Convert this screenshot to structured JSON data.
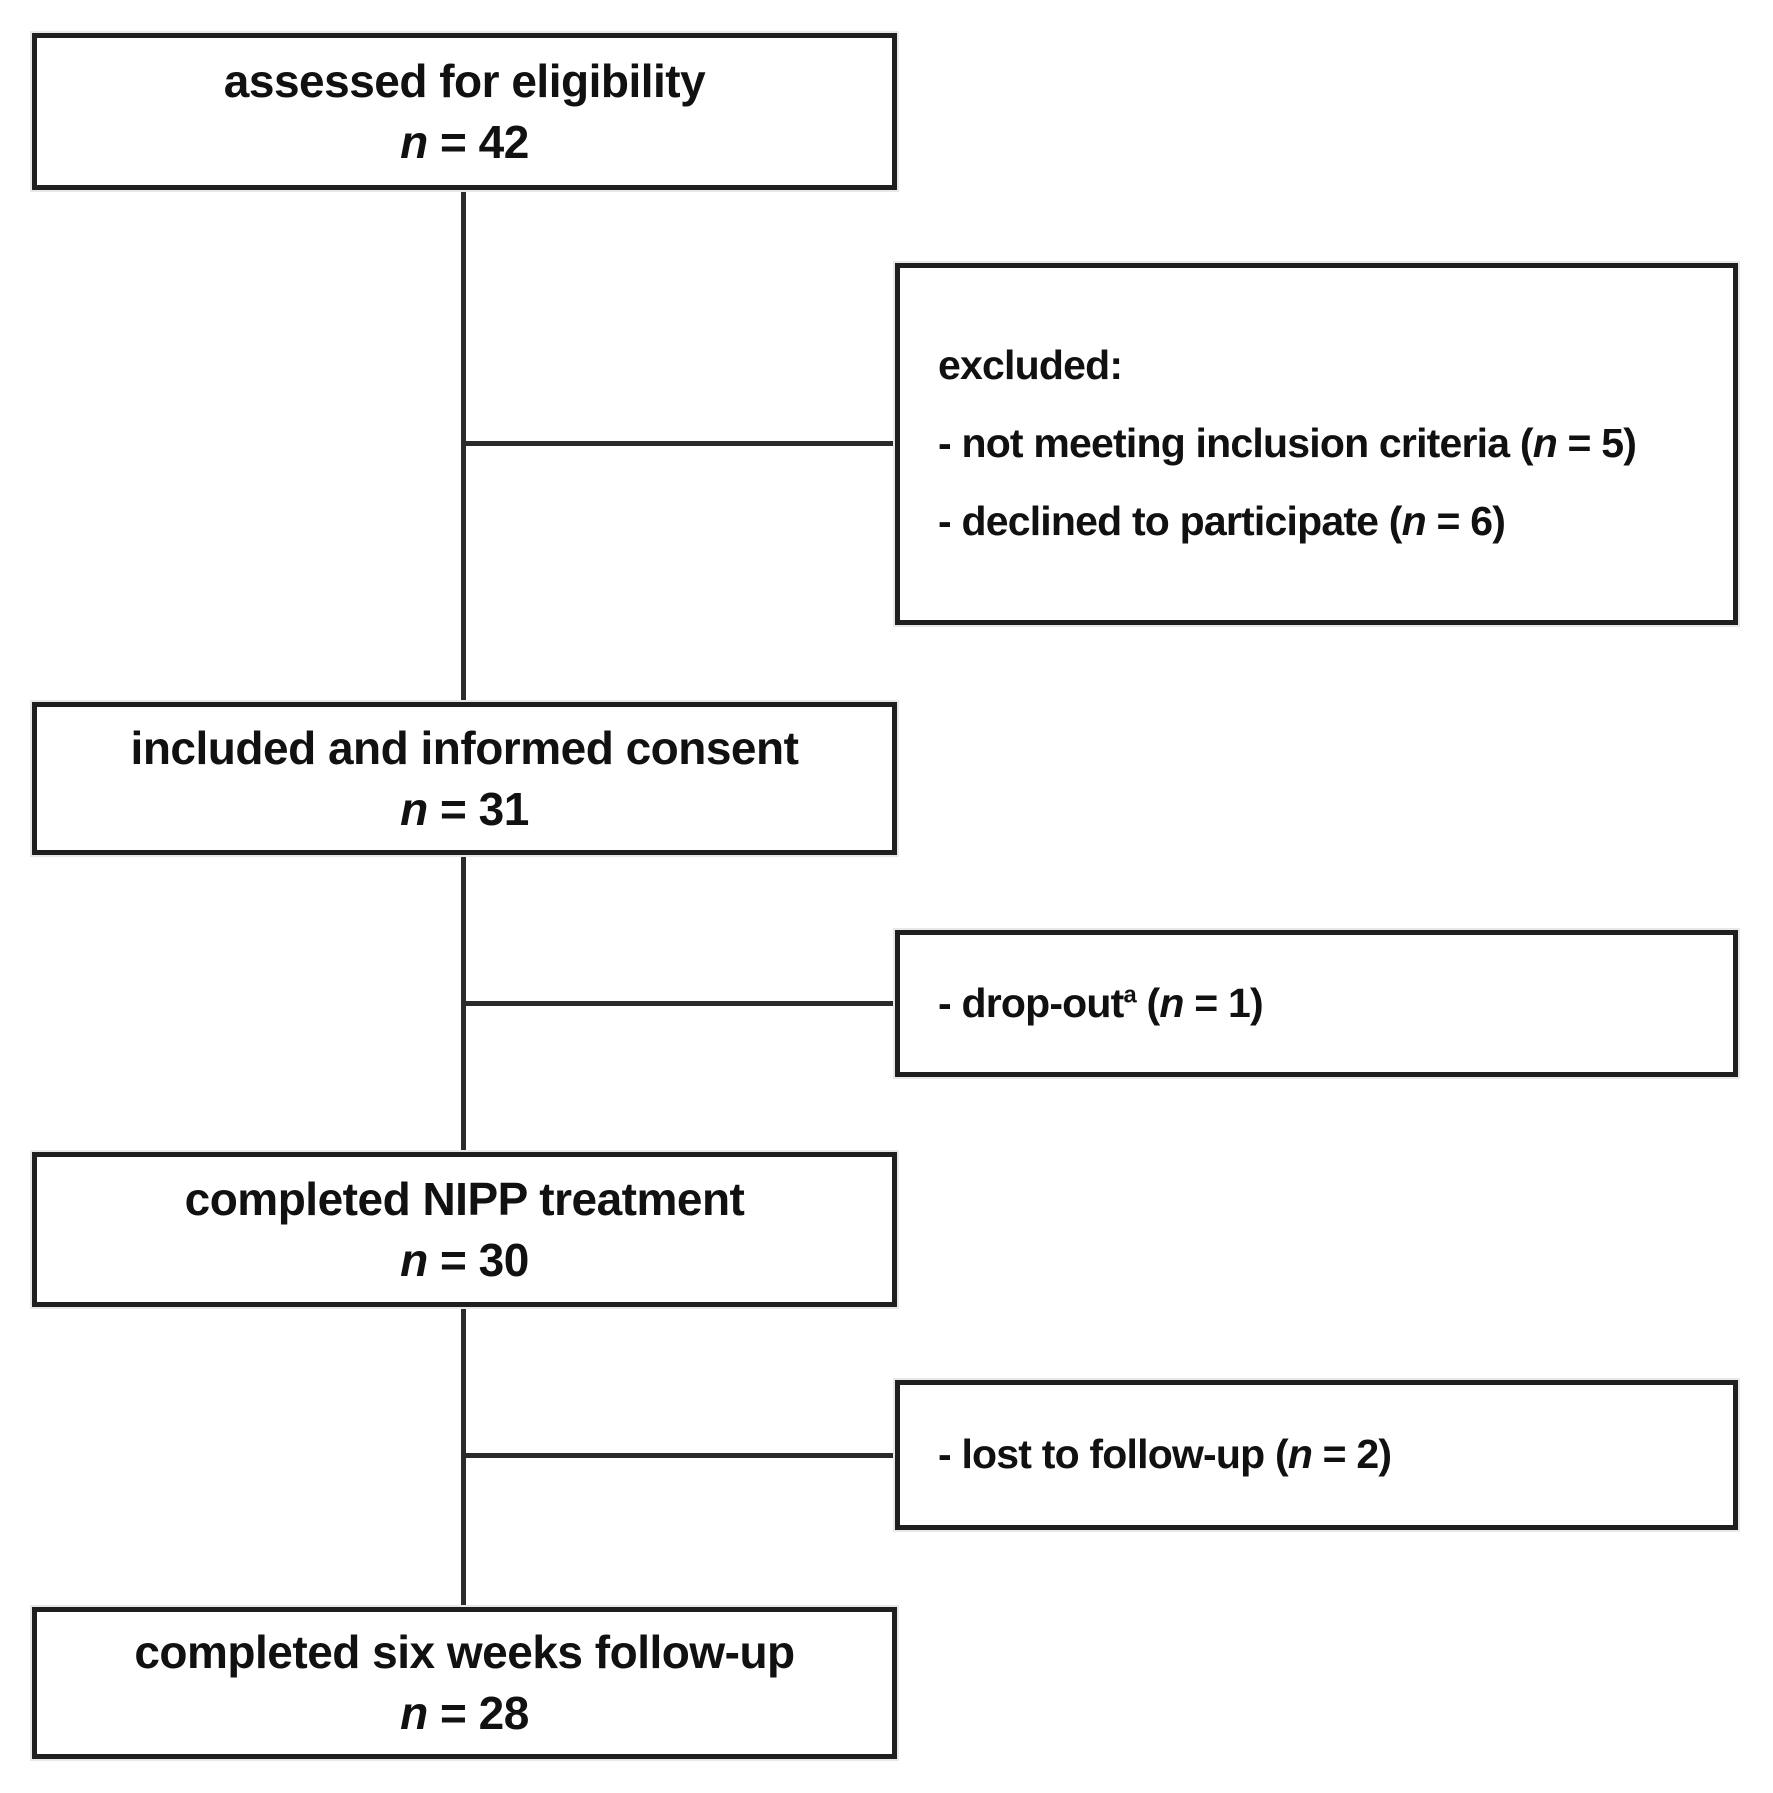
{
  "diagram": {
    "kind": "participant-flow-chart",
    "colors": {
      "box_border": "#1f1f1f",
      "box_fill": "#ffffff",
      "text": "#111111",
      "connector": "#2b2b2b"
    },
    "flow_boxes": [
      {
        "id": "assessed",
        "title": "assessed for eligibility",
        "n_value": 42,
        "n_parts": [
          {
            "text": "n",
            "style": "italic"
          },
          {
            "text": " = 42"
          }
        ]
      },
      {
        "id": "included",
        "title": "included and informed consent",
        "n_value": 31,
        "n_parts": [
          {
            "text": "n",
            "style": "italic"
          },
          {
            "text": " = 31"
          }
        ]
      },
      {
        "id": "nipp-treatment",
        "title": "completed NIPP treatment",
        "n_value": 30,
        "n_parts": [
          {
            "text": "n",
            "style": "italic"
          },
          {
            "text": " = 30"
          }
        ]
      },
      {
        "id": "followup",
        "title": "completed six weeks follow-up",
        "n_value": 28,
        "n_parts": [
          {
            "text": "n",
            "style": "italic"
          },
          {
            "text": " = 28"
          }
        ]
      }
    ],
    "side_boxes": [
      {
        "id": "excluded",
        "n_values": [
          5,
          6
        ],
        "lines": [
          [
            {
              "text": "excluded:"
            }
          ],
          [
            {
              "text": "- not meeting inclusion criteria ("
            },
            {
              "text": "n",
              "style": "italic"
            },
            {
              "text": " = 5)"
            }
          ],
          [
            {
              "text": "- declined to participate ("
            },
            {
              "text": "n",
              "style": "italic"
            },
            {
              "text": " = 6)"
            }
          ]
        ]
      },
      {
        "id": "dropout",
        "n_values": [
          1
        ],
        "lines": [
          [
            {
              "text": "- drop-out"
            },
            {
              "text": "a",
              "style": "sup"
            },
            {
              "text": " ("
            },
            {
              "text": "n",
              "style": "italic"
            },
            {
              "text": " = 1)"
            }
          ]
        ]
      },
      {
        "id": "lost-to-followup",
        "n_values": [
          2
        ],
        "lines": [
          [
            {
              "text": "- lost to follow-up ("
            },
            {
              "text": "n",
              "style": "italic"
            },
            {
              "text": " = 2)"
            }
          ]
        ]
      }
    ]
  }
}
